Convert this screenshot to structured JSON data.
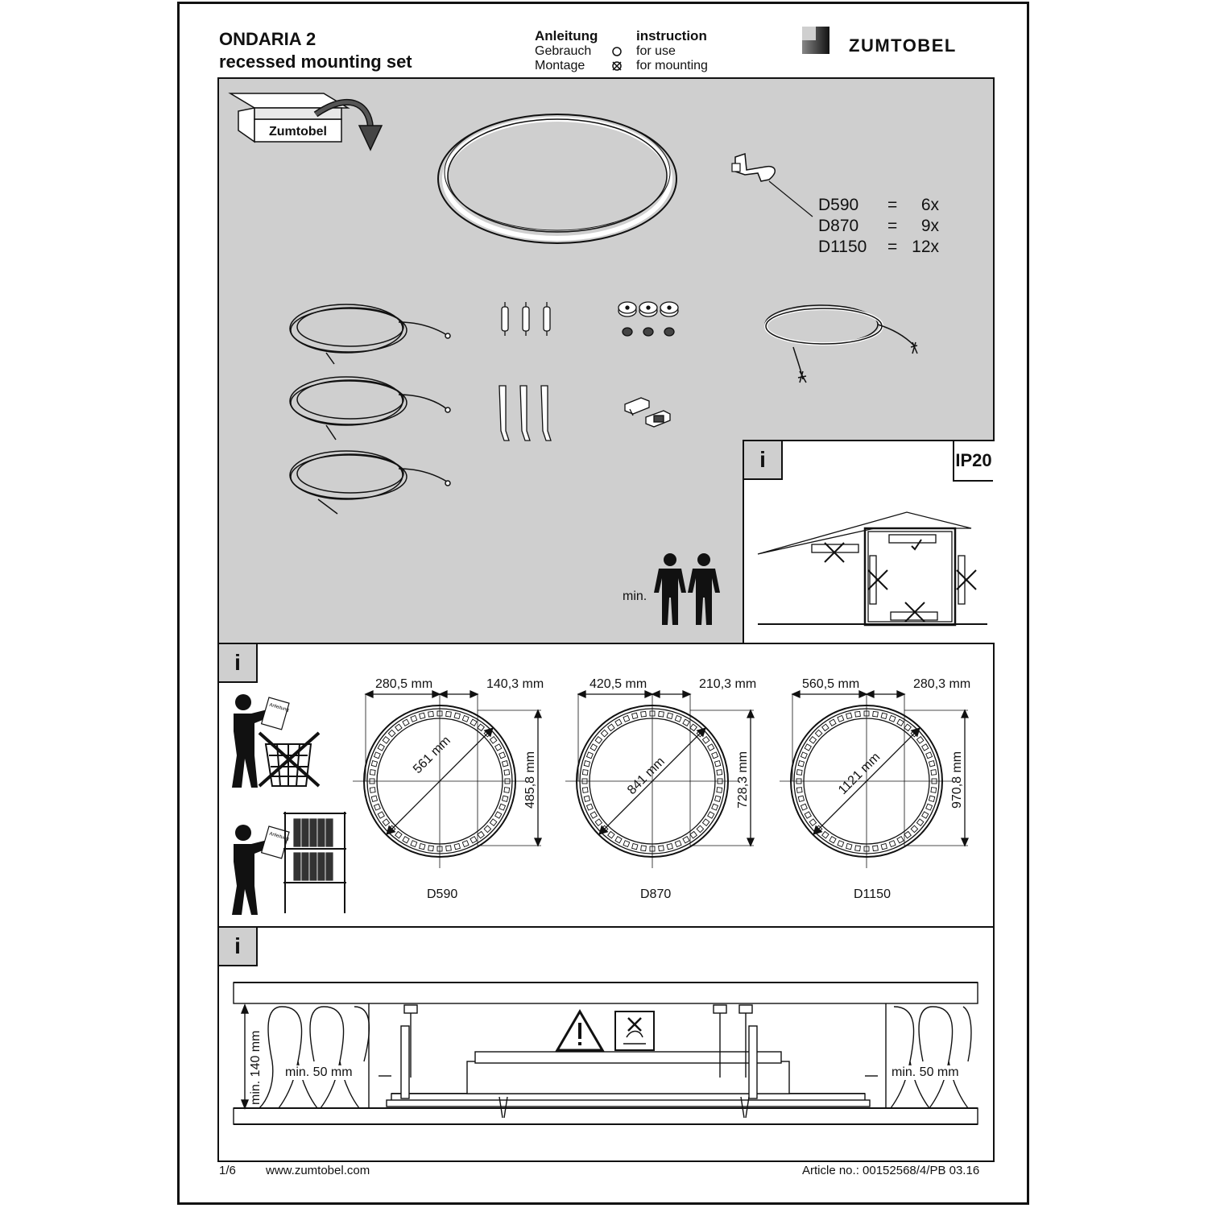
{
  "header": {
    "title_line1": "ONDARIA 2",
    "title_line2": "recessed mounting set",
    "legend": {
      "de_heading": "Anleitung",
      "de_use": "Gebrauch",
      "de_mount": "Montage",
      "en_heading": "instruction",
      "en_use": "for use",
      "en_mount": "for mounting"
    },
    "brand": "ZUMTOBEL"
  },
  "parts": {
    "box_label": "Zumtobel",
    "quantities": [
      {
        "size": "D590",
        "eq": "=",
        "qty": "6x"
      },
      {
        "size": "D870",
        "eq": "=",
        "qty": "9x"
      },
      {
        "size": "D1150",
        "eq": "=",
        "qty": "12x"
      }
    ],
    "min_persons_label": "min."
  },
  "info_label": "i",
  "ip_rating": "IP20",
  "manual_sheets": [
    "Anleitung",
    "Anleitung"
  ],
  "dimensions": [
    {
      "name": "D590",
      "left": "280,5 mm",
      "right": "140,3 mm",
      "diameter": "561 mm",
      "height": "485,8 mm"
    },
    {
      "name": "D870",
      "left": "420,5 mm",
      "right": "210,3 mm",
      "diameter": "841 mm",
      "height": "728,3 mm"
    },
    {
      "name": "D1150",
      "left": "560,5 mm",
      "right": "280,3 mm",
      "diameter": "1121 mm",
      "height": "970,8 mm"
    }
  ],
  "installation": {
    "min_height": "min. 140 mm",
    "min_left": "min. 50 mm",
    "min_right": "min. 50 mm"
  },
  "footer": {
    "page": "1/6",
    "website": "www.zumtobel.com",
    "article": "Article no.: 00152568/4/PB  03.16"
  }
}
